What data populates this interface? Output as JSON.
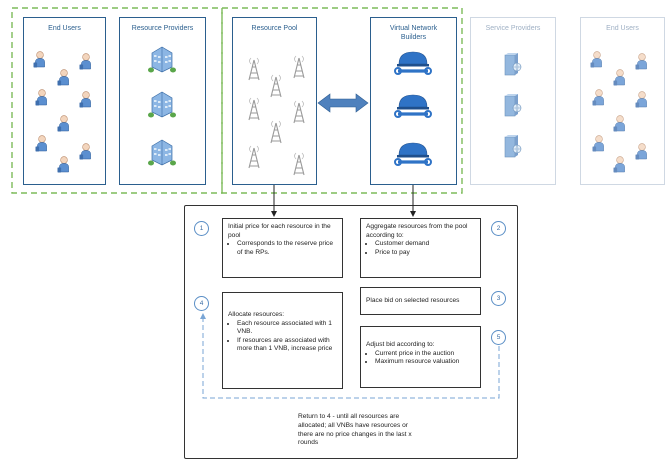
{
  "columns": {
    "end_users_left": {
      "title": "End Users"
    },
    "resource_providers": {
      "title": "Resource Providers"
    },
    "resource_pool": {
      "title": "Resource Pool"
    },
    "virtual_network_builders": {
      "title": "Virtual Network\nBuilders"
    },
    "service_providers": {
      "title": "Service Providers"
    },
    "end_users_right": {
      "title": "End Users"
    }
  },
  "icons": {
    "user": "user-icon",
    "building": "building-icon",
    "tower": "cell-tower-icon",
    "builder": "hardhat-wrench-icon",
    "server": "server-globe-icon"
  },
  "steps": {
    "step1": {
      "number": "1",
      "text": "Initial price for each resource in the pool",
      "bullets": [
        "Corresponds to the reserve price of the RPs."
      ]
    },
    "step2": {
      "number": "2",
      "text": "Aggregate resources from the pool according to:",
      "bullets": [
        "Customer demand",
        "Price to pay"
      ]
    },
    "step3": {
      "number": "3",
      "text": "Place bid on selected resources"
    },
    "step4": {
      "number": "4",
      "text": "Allocate resources:",
      "bullets": [
        "Each resource associated with 1 VNB.",
        "If resources are associated with more than 1 VNB, increase price"
      ]
    },
    "step5": {
      "number": "5",
      "text": "Adjust bid according to:",
      "bullets": [
        "Current price in the auction",
        "Maximum resource valuation"
      ]
    }
  },
  "loop_note": "Return to 4 - until all resources are allocated; all VNBs have resources or there are no price changes in the last x rounds",
  "colors": {
    "column_border": "#2b5f8e",
    "faded_border": "#cfd8e3",
    "dashed_green": "#7dbb5a",
    "arrow_blue": "#4f81bd",
    "loop_dashed": "#7aa6d6"
  }
}
